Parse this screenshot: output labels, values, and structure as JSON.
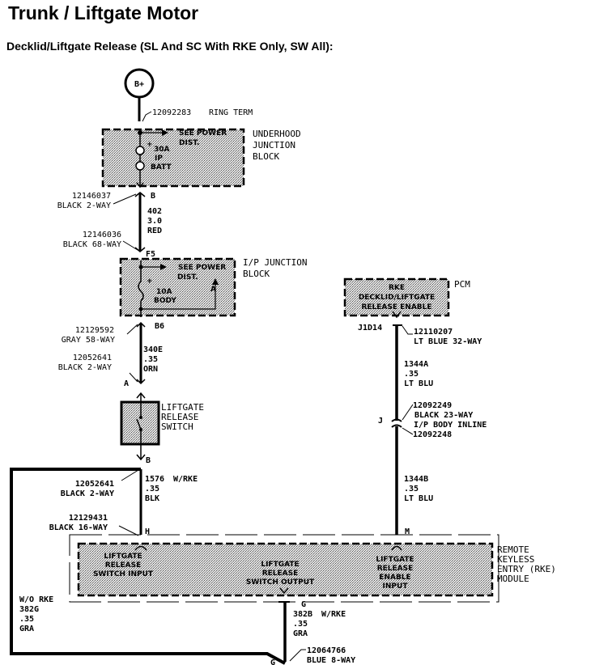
{
  "header": {
    "title": "Trunk / Liftgate Motor",
    "subtitle": "Decklid/Liftgate Release (SL And SC With RKE Only, SW All):"
  },
  "diagram": {
    "power_source": {
      "label": "B+"
    },
    "ring_terminal": {
      "part": "12092283",
      "desc": "RING TERM"
    },
    "underhood_block": {
      "name_lines": [
        "UNDERHOOD",
        "JUNCTION",
        "BLOCK"
      ],
      "see_power": "SEE POWER",
      "dist": "DIST.",
      "plus": "+",
      "fuse_amp": "30A",
      "fuse_ip": "IP",
      "fuse_name": "BATT"
    },
    "connector_b_top": {
      "part": "12146037",
      "desc": "BLACK 2-WAY",
      "pin": "B"
    },
    "wire_402": {
      "circuit": "402",
      "gauge": "3.0",
      "color": "RED"
    },
    "connector_f5": {
      "part": "12146036",
      "desc": "BLACK 68-WAY",
      "pin": "F5"
    },
    "ip_block": {
      "name_lines": [
        "I/P JUNCTION",
        "BLOCK"
      ],
      "see_power": "SEE POWER",
      "dist": "DIST.",
      "plus": "+",
      "fuse_amp": "10A",
      "fuse_name": "BODY",
      "terminal": "A"
    },
    "connector_b6": {
      "part": "12129592",
      "desc": "GRAY 58-WAY",
      "pin": "B6"
    },
    "wire_340e": {
      "circuit": "340E",
      "gauge": ".35",
      "color": "ORN"
    },
    "connector_a": {
      "part": "12052641",
      "desc": "BLACK 2-WAY",
      "pin": "A"
    },
    "liftgate_switch": {
      "name_lines": [
        "LIFTGATE",
        "RELEASE",
        "SWITCH"
      ],
      "pin_b": "B"
    },
    "connector_switch_b": {
      "part": "12052641",
      "desc": "BLACK 2-WAY"
    },
    "wire_1576": {
      "circuit": "1576",
      "variant": "W/RKE",
      "gauge": ".35",
      "color": "BLK"
    },
    "connector_h": {
      "part": "12129431",
      "desc": "BLACK 16-WAY",
      "pin": "H"
    },
    "pcm": {
      "name": "PCM",
      "lines": [
        "RKE",
        "DECKLID/LIFTGATE",
        "RELEASE ENABLE"
      ],
      "pin": "J1D14"
    },
    "connector_pcm": {
      "part": "12110207",
      "desc": "LT BLUE 32-WAY"
    },
    "wire_1344a": {
      "circuit": "1344A",
      "gauge": ".35",
      "color": "LT BLU"
    },
    "inline_j": {
      "pin": "J",
      "part_top": "12092249",
      "desc": "BLACK 23-WAY",
      "name": "I/P BODY INLINE",
      "part_bottom": "12092248"
    },
    "wire_1344b": {
      "circuit": "1344B",
      "gauge": ".35",
      "color": "LT BLU"
    },
    "rke_module": {
      "pin_m": "M",
      "name_lines": [
        "REMOTE",
        "KEYLESS",
        "ENTRY (RKE)",
        "MODULE"
      ],
      "input_lines": [
        "LIFTGATE",
        "RELEASE",
        "SWITCH INPUT"
      ],
      "output_lines": [
        "LIFTGATE",
        "RELEASE",
        "SWITCH OUTPUT"
      ],
      "enable_lines": [
        "LIFTGATE",
        "RELEASE",
        "ENABLE",
        "INPUT"
      ]
    },
    "wire_382g": {
      "variant": "W/O RKE",
      "circuit": "382G",
      "gauge": ".35",
      "color": "GRA"
    },
    "wire_382b": {
      "pin": "G",
      "circuit": "382B",
      "variant": "W/RKE",
      "gauge": ".35",
      "color": "GRA"
    },
    "connector_g": {
      "part": "12064766",
      "desc": "BLUE 8-WAY",
      "pin": "G"
    }
  },
  "colors": {
    "ink": "#000000",
    "box_fill": "#c8c8c8",
    "background": "#ffffff"
  }
}
